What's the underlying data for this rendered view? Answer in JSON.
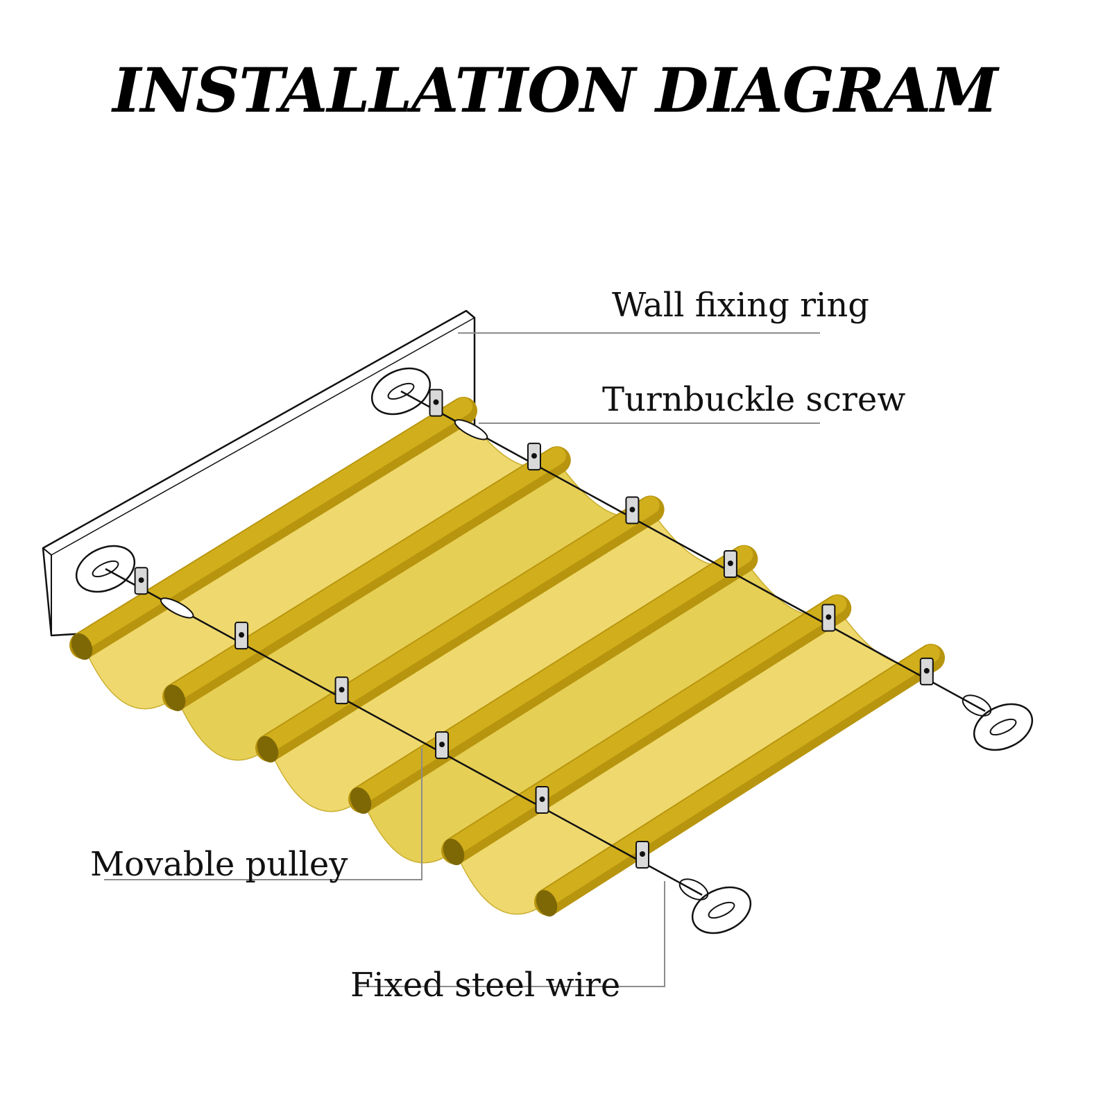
{
  "title": "INSTALLATION DIAGRAM",
  "labels": {
    "wall_fixing_ring": "Wall fixing ring",
    "turnbuckle_screw": "Turnbuckle screw",
    "movable_pulley": "Movable pulley",
    "fixed_steel_wire": "Fixed steel wire"
  },
  "colors": {
    "canopy_fill": "#E6CF55",
    "canopy_light": "#EFD96E",
    "rod_fill": "#D1AE1B",
    "rod_shade": "#B8950E",
    "rod_end": "#7E6806",
    "line": "#111111",
    "leader": "#8C8C8C"
  },
  "rod_count": 6,
  "pulleys_per_wire": 6
}
